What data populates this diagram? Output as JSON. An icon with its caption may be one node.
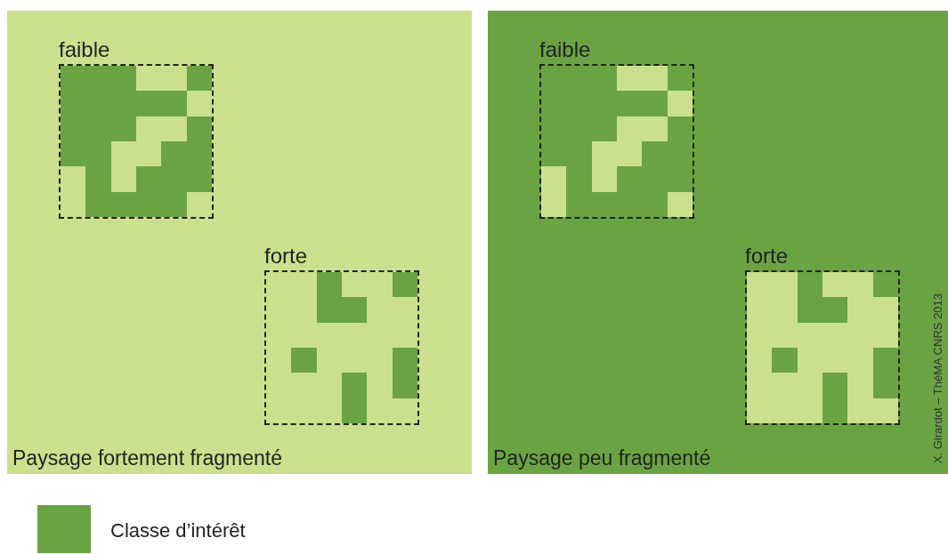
{
  "diagram": {
    "nodes": [
      {
        "text": [
          "Paysage fortement fragmenté"
        ]
      },
      {
        "text": [
          "faible"
        ],
        "in": 0
      },
      {
        "text": [
          "forte"
        ],
        "in": 0
      },
      {
        "text": [
          "Paysage peu fragmenté"
        ]
      },
      {
        "text": [
          "faible"
        ],
        "in": 3
      },
      {
        "text": [
          "forte"
        ],
        "in": 3
      }
    ],
    "labels": [
      "X. Girardot – ThéMA CNRS 2013"
    ],
    "legend": [
      {
        "text": "Classe d’intérêt",
        "color": "#6aa442"
      }
    ]
  }
}
